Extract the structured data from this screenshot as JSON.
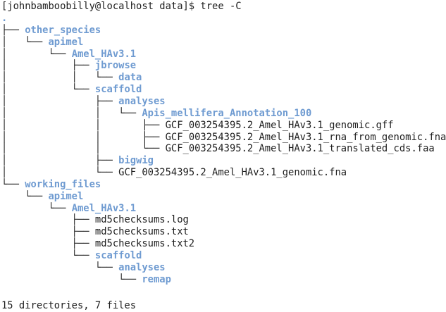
{
  "terminal": {
    "prompt": "[johnbamboobilly@localhost data]$ tree -C",
    "colors": {
      "background": "#ffffff",
      "text": "#1e1e1e",
      "directory": "#6f9bd1"
    },
    "tree": [
      {
        "prefix": "",
        "name": ".",
        "kind": "dir"
      },
      {
        "prefix": "├── ",
        "name": "other_species",
        "kind": "dir"
      },
      {
        "prefix": "│   └── ",
        "name": "apimel",
        "kind": "dir"
      },
      {
        "prefix": "│       └── ",
        "name": "Amel_HAv3.1",
        "kind": "dir"
      },
      {
        "prefix": "│           ├── ",
        "name": "jbrowse",
        "kind": "dir"
      },
      {
        "prefix": "│           │   └── ",
        "name": "data",
        "kind": "dir"
      },
      {
        "prefix": "│           └── ",
        "name": "scaffold",
        "kind": "dir"
      },
      {
        "prefix": "│               ├── ",
        "name": "analyses",
        "kind": "dir"
      },
      {
        "prefix": "│               │   └── ",
        "name": "Apis_mellifera_Annotation_100",
        "kind": "dir"
      },
      {
        "prefix": "│               │       ├── ",
        "name": "GCF_003254395.2_Amel_HAv3.1_genomic.gff",
        "kind": "file"
      },
      {
        "prefix": "│               │       ├── ",
        "name": "GCF_003254395.2_Amel_HAv3.1_rna_from_genomic.fna",
        "kind": "file"
      },
      {
        "prefix": "│               │       └── ",
        "name": "GCF_003254395.2_Amel_HAv3.1_translated_cds.faa",
        "kind": "file"
      },
      {
        "prefix": "│               ├── ",
        "name": "bigwig",
        "kind": "dir"
      },
      {
        "prefix": "│               └── ",
        "name": "GCF_003254395.2_Amel_HAv3.1_genomic.fna",
        "kind": "file"
      },
      {
        "prefix": "└── ",
        "name": "working_files",
        "kind": "dir"
      },
      {
        "prefix": "    └── ",
        "name": "apimel",
        "kind": "dir"
      },
      {
        "prefix": "        └── ",
        "name": "Amel_HAv3.1",
        "kind": "dir"
      },
      {
        "prefix": "            ├── ",
        "name": "md5checksums.log",
        "kind": "file"
      },
      {
        "prefix": "            ├── ",
        "name": "md5checksums.txt",
        "kind": "file"
      },
      {
        "prefix": "            ├── ",
        "name": "md5checksums.txt2",
        "kind": "file"
      },
      {
        "prefix": "            └── ",
        "name": "scaffold",
        "kind": "dir"
      },
      {
        "prefix": "                └── ",
        "name": "analyses",
        "kind": "dir"
      },
      {
        "prefix": "                    └── ",
        "name": "remap",
        "kind": "dir"
      }
    ],
    "summary": "15 directories, 7 files"
  }
}
